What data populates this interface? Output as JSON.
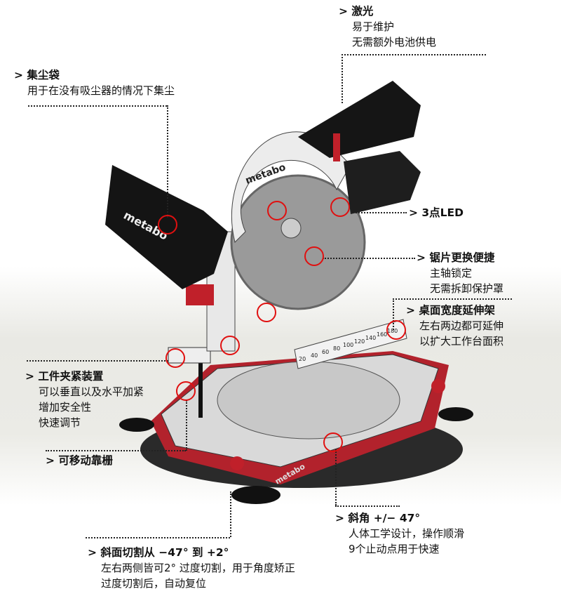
{
  "annotations": {
    "laser": {
      "title": "激光",
      "lines": [
        "易于维护",
        "无需额外电池供电"
      ]
    },
    "dust_bag": {
      "title": "集尘袋",
      "lines": [
        "用于在没有吸尘器的情况下集尘"
      ]
    },
    "led": {
      "title": "3点LED"
    },
    "blade_change": {
      "title": "锯片更换便捷",
      "lines": [
        "主轴锁定",
        "无需拆卸保护罩"
      ]
    },
    "table_extension": {
      "title": "桌面宽度延伸架",
      "lines": [
        "左右两边都可延伸",
        "以扩大工作台面积"
      ]
    },
    "clamp": {
      "title": "工件夹紧装置",
      "lines": [
        "可以垂直以及水平加紧",
        "增加安全性",
        "快速调节"
      ]
    },
    "fence": {
      "title": "可移动靠栅"
    },
    "miter": {
      "title": "斜角 +/− 47°",
      "lines": [
        "人体工学设计，操作顺滑",
        "9个止动点用于快速"
      ]
    },
    "bevel": {
      "title": "斜面切割从 −47°  到 +2°",
      "lines": [
        "左右两侧皆可2°  过度切割，用于角度矫正",
        "过度切割后，自动复位"
      ]
    }
  },
  "product": {
    "brand": "metabo",
    "scale_labels": [
      "20",
      "40",
      "60",
      "80",
      "100",
      "120",
      "140",
      "160",
      "180"
    ]
  },
  "colors": {
    "accent": "#e01010",
    "saw_red": "#c0202a",
    "dark": "#1a1a1a"
  }
}
